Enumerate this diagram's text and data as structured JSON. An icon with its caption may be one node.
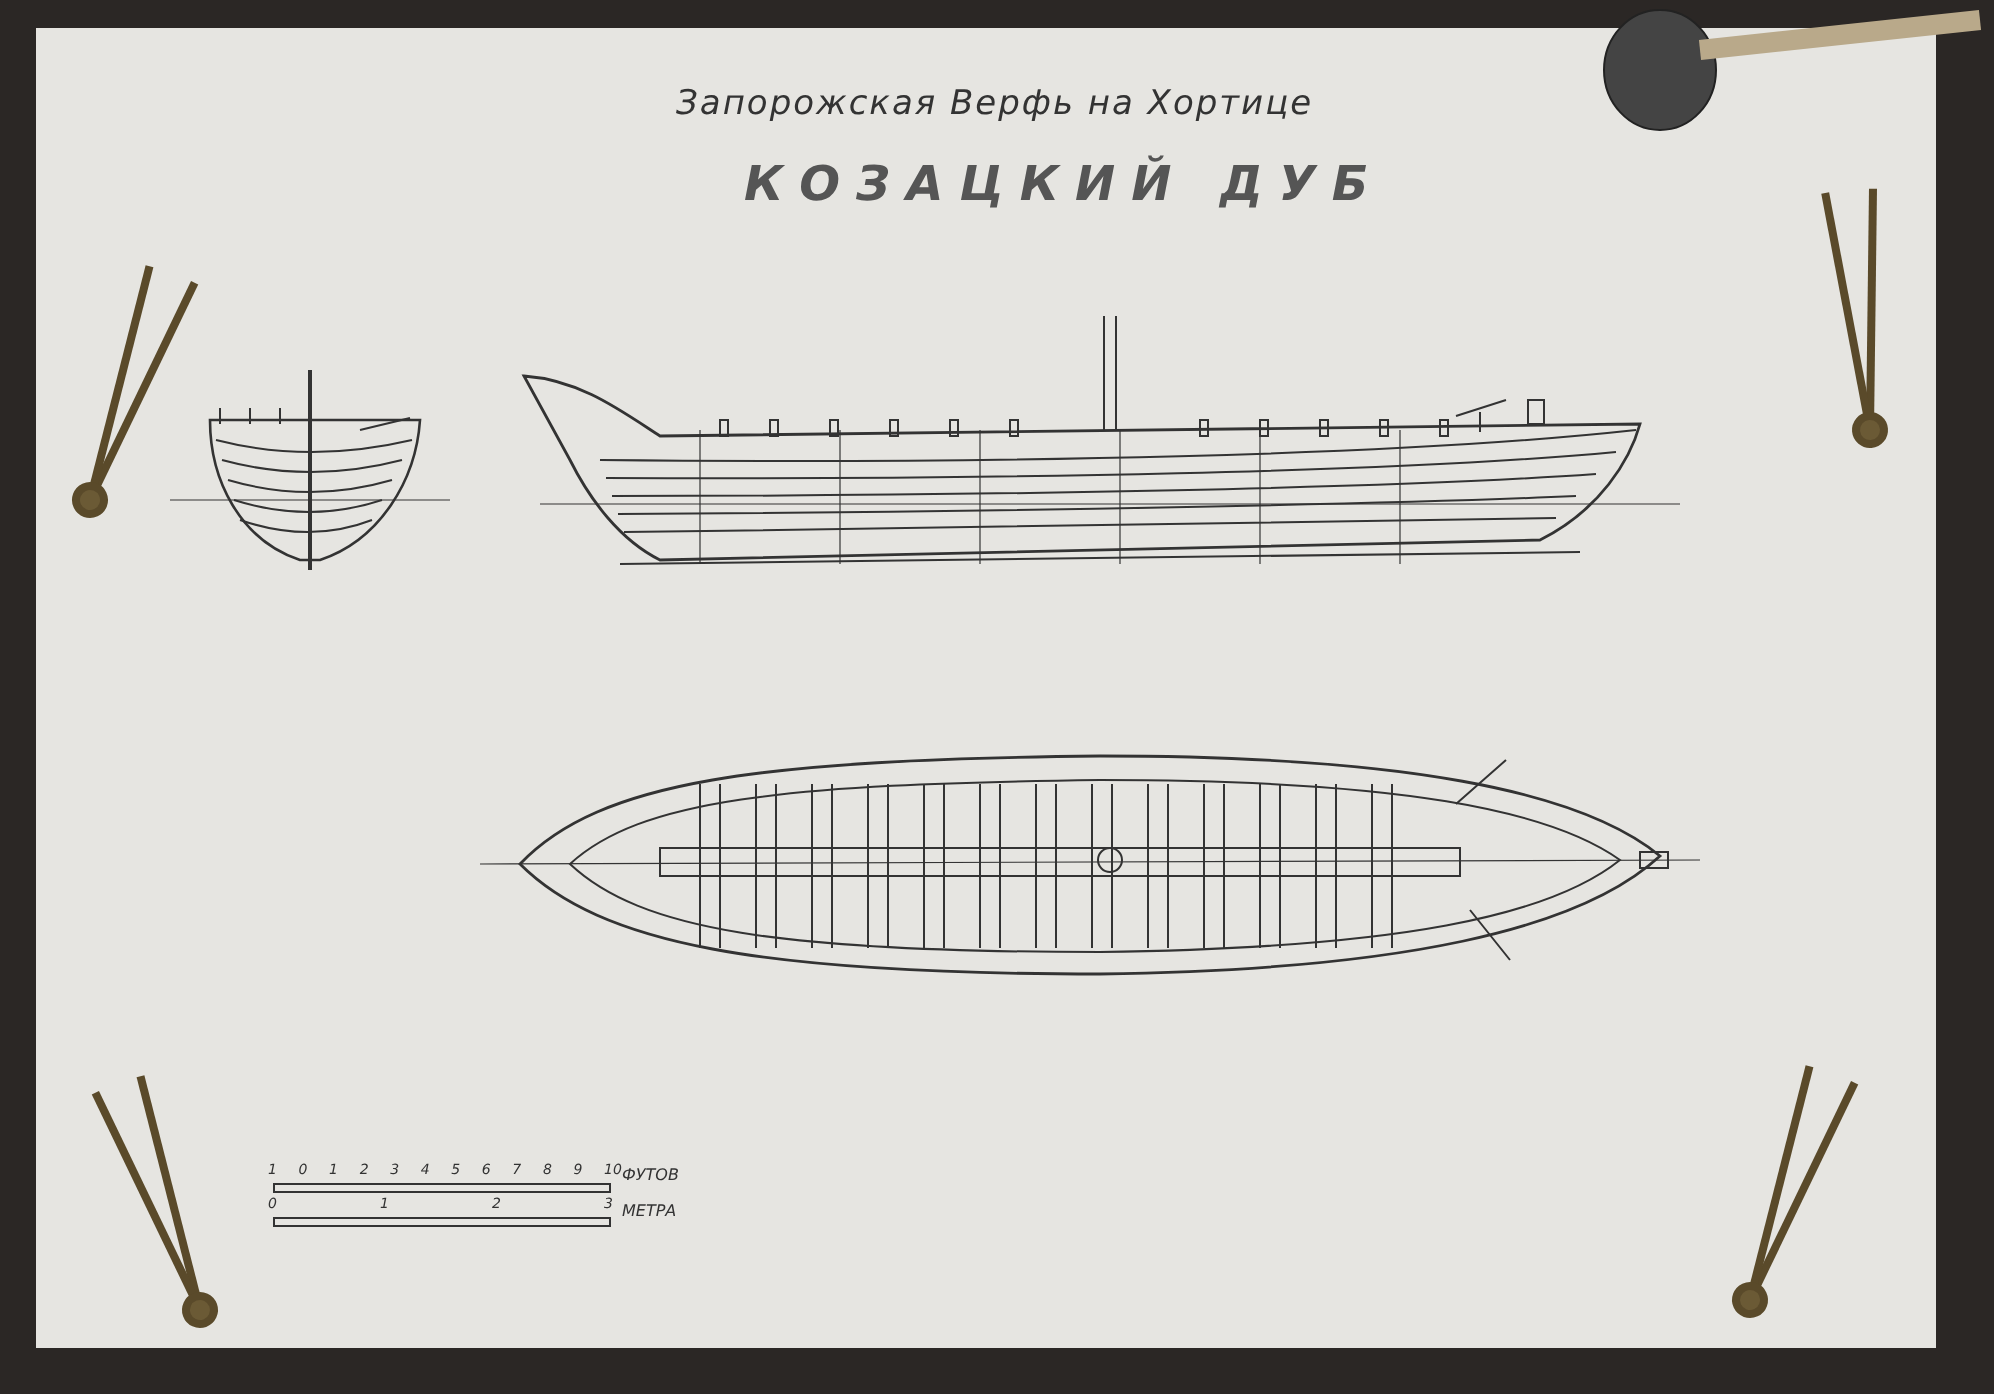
{
  "diagram": {
    "title": "КОЗАЦКИЙ ДУБ",
    "labels": [
      "Запорожская Верфь на Хортице",
      "1",
      "0",
      "1",
      "2",
      "3",
      "4",
      "5",
      "6",
      "7",
      "8",
      "9",
      "10",
      "ФУТОВ",
      "0",
      "1",
      "2",
      "3",
      "МЕТРА"
    ]
  }
}
